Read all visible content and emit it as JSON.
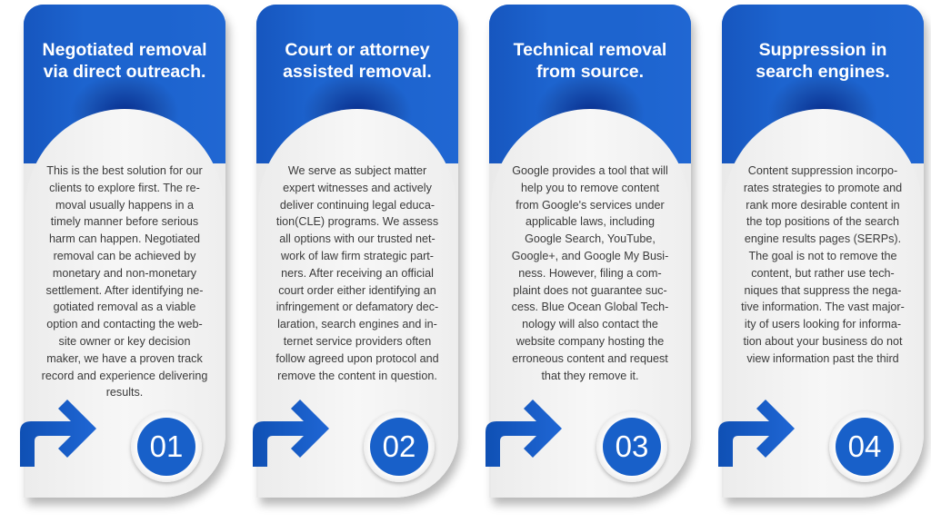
{
  "accent_color": "#1d64cf",
  "cards": [
    {
      "title": "Negotiated removal\nvia direct outreach.",
      "body": "This is the best solution for our\nclients to explore first. The re-\nmoval usually happens in a\ntimely manner before serious\nharm can happen. Negotiated\nremoval can be achieved by\nmonetary and non-monetary\nsettlement. After identifying ne-\ngotiated removal as a viable\noption and contacting the web-\nsite owner or key decision\nmaker, we have a proven track\nrecord and experience delivering\nresults.",
      "number": "01",
      "icon": "arrow-right-turn-icon"
    },
    {
      "title": "Court or attorney\nassisted removal.",
      "body": "We serve as subject matter\nexpert witnesses and actively\ndeliver continuing legal educa-\ntion(CLE) programs. We assess\nall options with our trusted net-\nwork of law firm strategic part-\nners. After receiving an official\ncourt order either identifying an\ninfringement or defamatory dec-\nlaration, search engines and in-\nternet service providers often\nfollow agreed upon protocol and\nremove the content in question.",
      "number": "02",
      "icon": "arrow-right-turn-icon"
    },
    {
      "title": "Technical removal\nfrom source.",
      "body": "Google provides a tool that will\nhelp you to remove content\nfrom Google's services under\napplicable laws, including\nGoogle Search, YouTube,\nGoogle+, and Google My Busi-\nness. However, filing a com-\nplaint does not guarantee suc-\ncess. Blue Ocean Global Tech-\nnology will also contact the\nwebsite company hosting the\nerroneous content and request\nthat they remove it.",
      "number": "03",
      "icon": "arrow-right-turn-icon"
    },
    {
      "title": "Suppression in\nsearch engines.",
      "body": "Content suppression incorpo-\nrates strategies to promote and\nrank more desirable content in\nthe top positions of the search\nengine results pages (SERPs).\nThe goal is not to remove the\ncontent, but rather use tech-\nniques that suppress the nega-\ntive information. The vast major-\nity of users looking for informa-\ntion about your business do not\nview information past the third",
      "number": "04",
      "icon": "arrow-right-turn-icon"
    }
  ]
}
